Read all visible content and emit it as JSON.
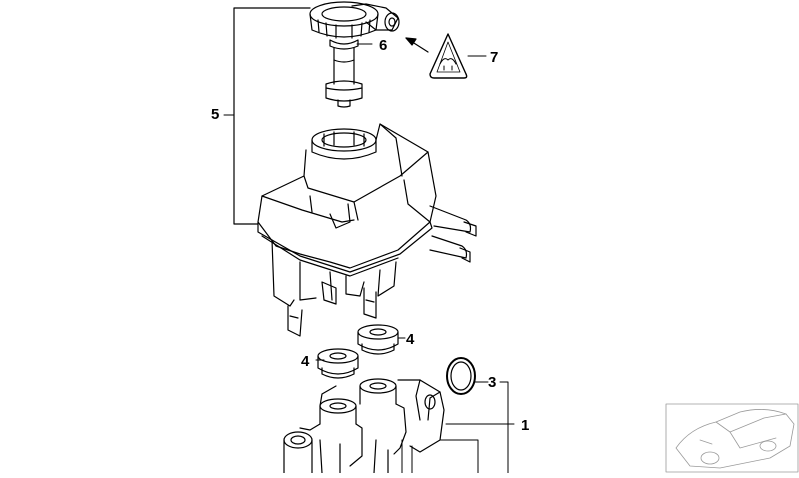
{
  "diagram": {
    "callouts": [
      {
        "id": "c1",
        "label": "1"
      },
      {
        "id": "c3",
        "label": "3"
      },
      {
        "id": "c4a",
        "label": "4"
      },
      {
        "id": "c4b",
        "label": "4"
      },
      {
        "id": "c5",
        "label": "5"
      },
      {
        "id": "c6",
        "label": "6"
      },
      {
        "id": "c7",
        "label": "7"
      }
    ],
    "icons": {
      "warning": "warning-triangle-icon",
      "car_thumbnail": "car-thumbnail-icon"
    },
    "colors": {
      "line": "#000000",
      "background": "#ffffff",
      "thumbnail_line": "#9a9a9a"
    }
  }
}
